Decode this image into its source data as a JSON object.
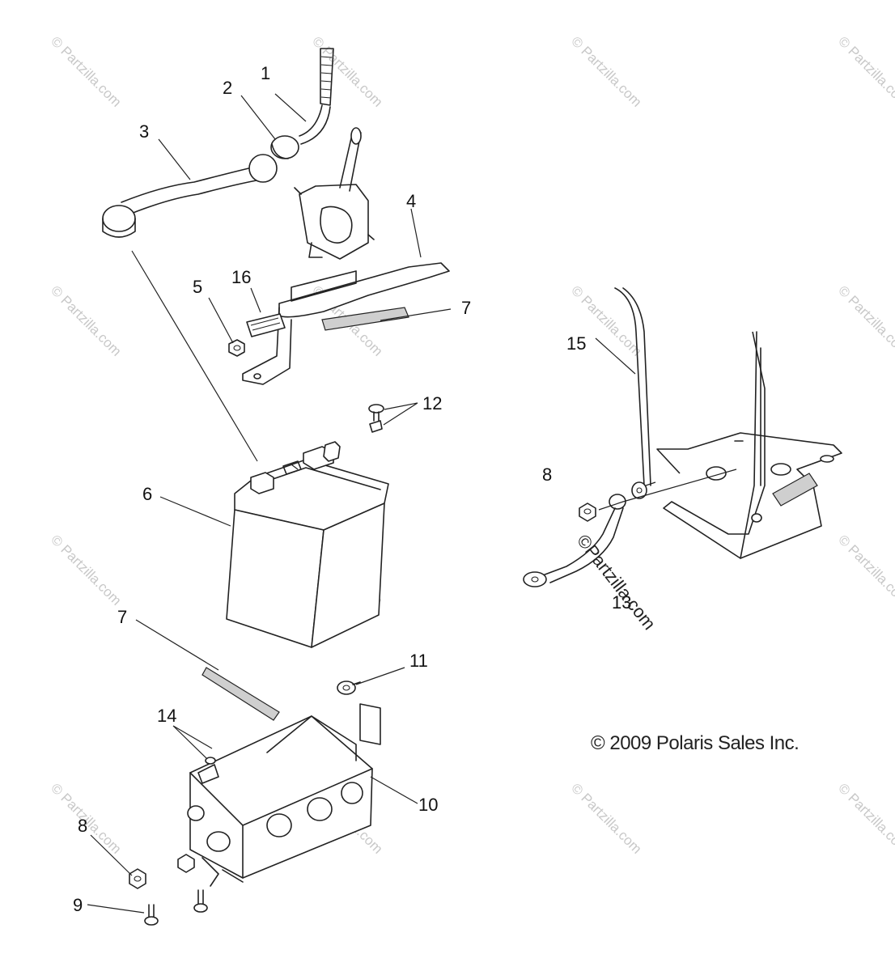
{
  "callouts": [
    "1",
    "2",
    "3",
    "4",
    "5",
    "16",
    "7",
    "12",
    "6",
    "7",
    "11",
    "14",
    "10",
    "8",
    "9",
    "15",
    "8",
    "13"
  ],
  "watermark_text": "© Partzilla.com",
  "overlay_watermark": "©Partzilla.com",
  "copyright": "© 2009 Polaris Sales Inc."
}
